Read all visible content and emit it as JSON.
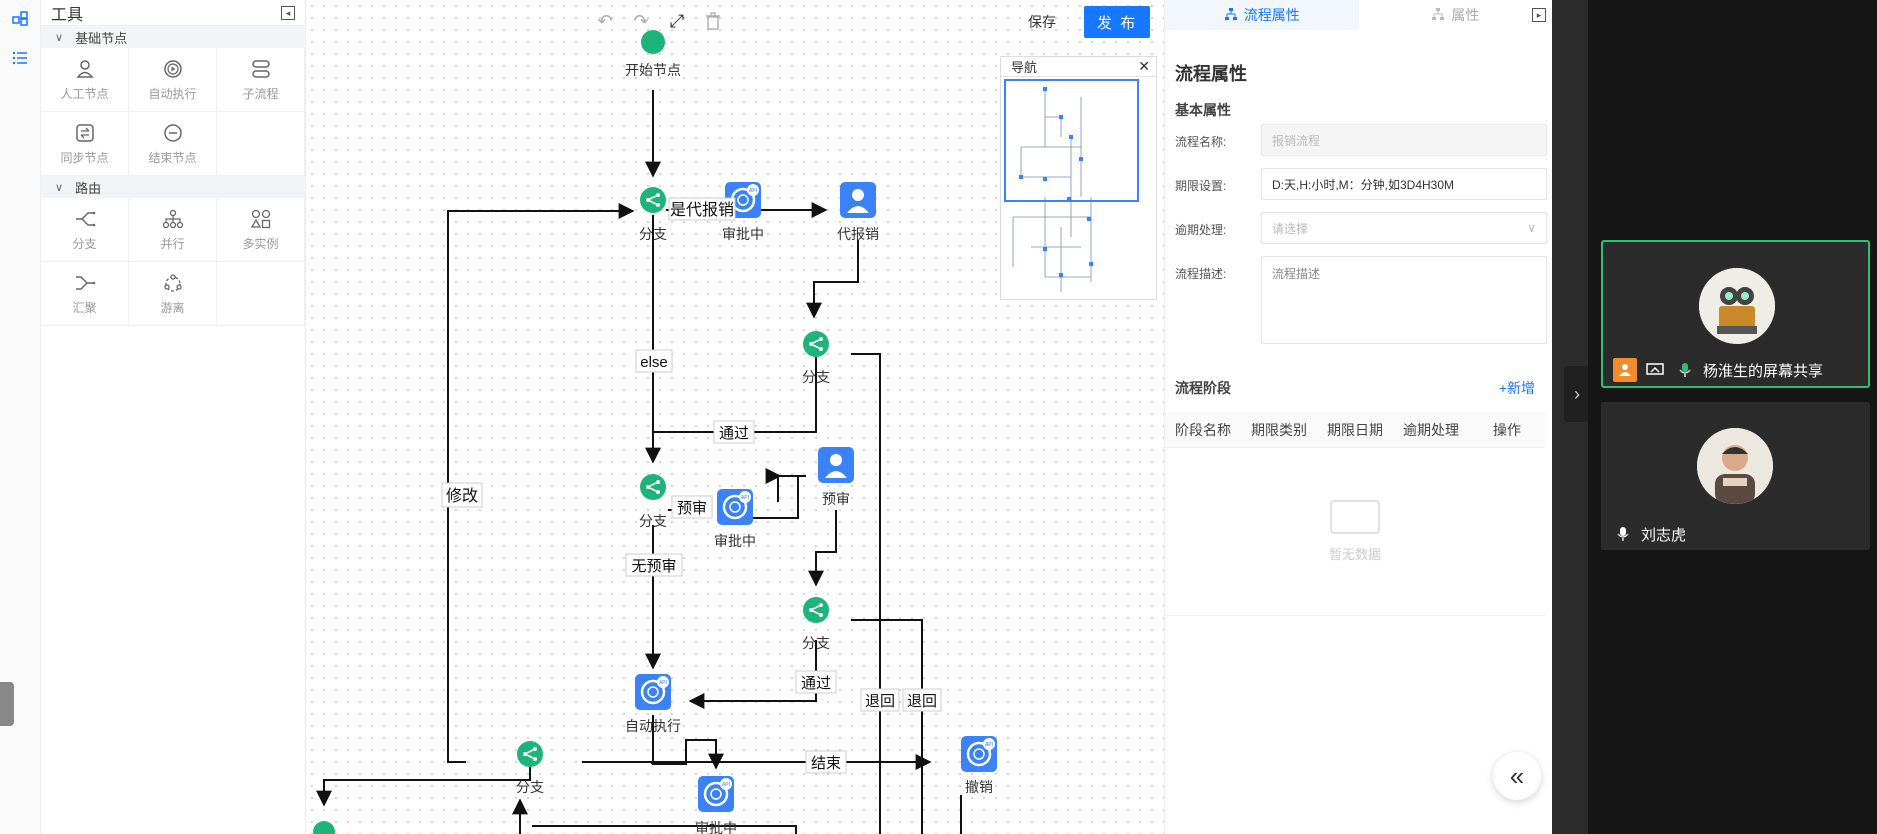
{
  "toolbar": {
    "save_label": "保存",
    "publish_label": "发 布"
  },
  "palette": {
    "title": "工具",
    "groups": [
      {
        "label": "基础节点",
        "tools": [
          {
            "label": "人工节点",
            "icon": "person-icon"
          },
          {
            "label": "自动执行",
            "icon": "play-circle-icon"
          },
          {
            "label": "子流程",
            "icon": "subprocess-icon"
          },
          {
            "label": "同步节点",
            "icon": "sync-icon"
          },
          {
            "label": "结束节点",
            "icon": "minus-circle-icon"
          }
        ]
      },
      {
        "label": "路由",
        "tools": [
          {
            "label": "分支",
            "icon": "branch-icon"
          },
          {
            "label": "并行",
            "icon": "parallel-icon"
          },
          {
            "label": "多实例",
            "icon": "multi-instance-icon"
          },
          {
            "label": "汇聚",
            "icon": "merge-icon"
          },
          {
            "label": "游离",
            "icon": "free-icon"
          }
        ]
      }
    ]
  },
  "navigator": {
    "title": "导航"
  },
  "flow": {
    "nodes": {
      "start": "开始节点",
      "branch1": "分支",
      "approving1": "审批中",
      "proxy": "代报销",
      "branch2": "分支",
      "branch3": "分支",
      "approving2": "审批中",
      "prereview": "预审",
      "branch4": "分支",
      "auto": "自动执行",
      "branch5": "分支",
      "approving3": "审批中",
      "revoke": "撤销"
    },
    "edges": {
      "is_proxy": "是代报销",
      "else": "else",
      "pass1": "通过",
      "modify": "修改",
      "prereview": "预审",
      "no_prereview": "无预审",
      "pass2": "通过",
      "return1": "退回",
      "return2": "退回",
      "end": "结束"
    }
  },
  "props": {
    "tabs": [
      "流程属性",
      "属性"
    ],
    "title": "流程属性",
    "basic_title": "基本属性",
    "fields": {
      "name_label": "流程名称:",
      "name_value": "报销流程",
      "deadline_label": "期限设置:",
      "deadline_value": "D:天,H:小时,M：分钟,如3D4H30M",
      "overdue_label": "逾期处理:",
      "overdue_placeholder": "请选择",
      "desc_label": "流程描述:",
      "desc_placeholder": "流程描述"
    },
    "stage": {
      "title": "流程阶段",
      "add_label": "+新增",
      "columns": [
        "阶段名称",
        "期限类别",
        "期限日期",
        "逾期处理",
        "操作"
      ],
      "empty_text": "暂无数据"
    }
  },
  "meeting": {
    "participants": [
      {
        "name": "杨淮生的屏幕共享",
        "active": true
      },
      {
        "name": "刘志虎",
        "active": false
      }
    ]
  },
  "colors": {
    "accent": "#1677ff",
    "branch_node": "#1db47a",
    "task_node": "#3b82f6",
    "active_speaker": "#2fbf71"
  }
}
